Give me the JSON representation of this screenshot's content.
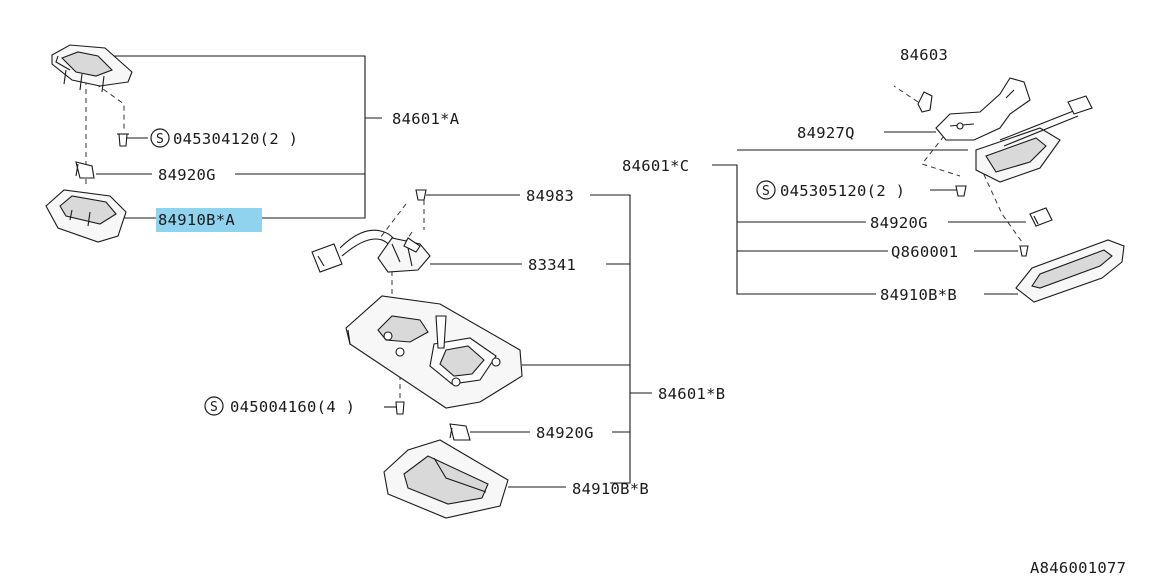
{
  "labels": {
    "p84601A": "84601*A",
    "p045304120": "045304120(2 )",
    "p84920G_a": "84920G",
    "p84910BA": "84910B*A",
    "p84983": "84983",
    "p83341": "83341",
    "p84601B": "84601*B",
    "p045004160": "045004160(4 )",
    "p84920G_b": "84920G",
    "p84910BB_b": "84910B*B",
    "p84603": "84603",
    "p84927Q": "84927Q",
    "p84601C": "84601*C",
    "p045305120": "045305120(2 )",
    "p84920G_c": "84920G",
    "pQ860001": "Q860001",
    "p84910BB_c": "84910B*B"
  },
  "symbol_letter": "S",
  "figure_code": "A846001077",
  "highlight_color": "#8fd3ee"
}
